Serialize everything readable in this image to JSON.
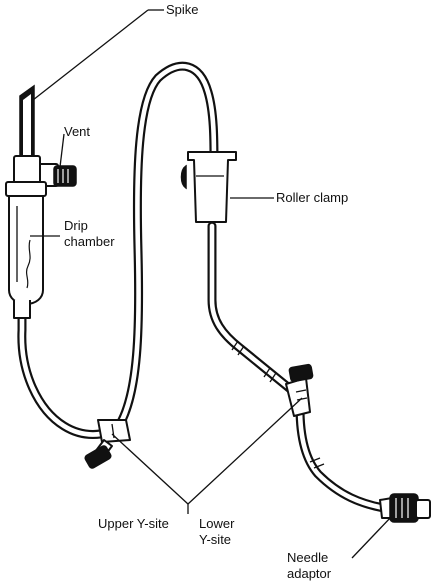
{
  "labels": {
    "spike": "Spike",
    "vent": "Vent",
    "drip_chamber_1": "Drip",
    "drip_chamber_2": "chamber",
    "roller_clamp": "Roller clamp",
    "upper_y_site": "Upper Y-site",
    "lower_y_site_1": "Lower",
    "lower_y_site_2": "Y-site",
    "needle_adaptor_1": "Needle",
    "needle_adaptor_2": "adaptor"
  }
}
